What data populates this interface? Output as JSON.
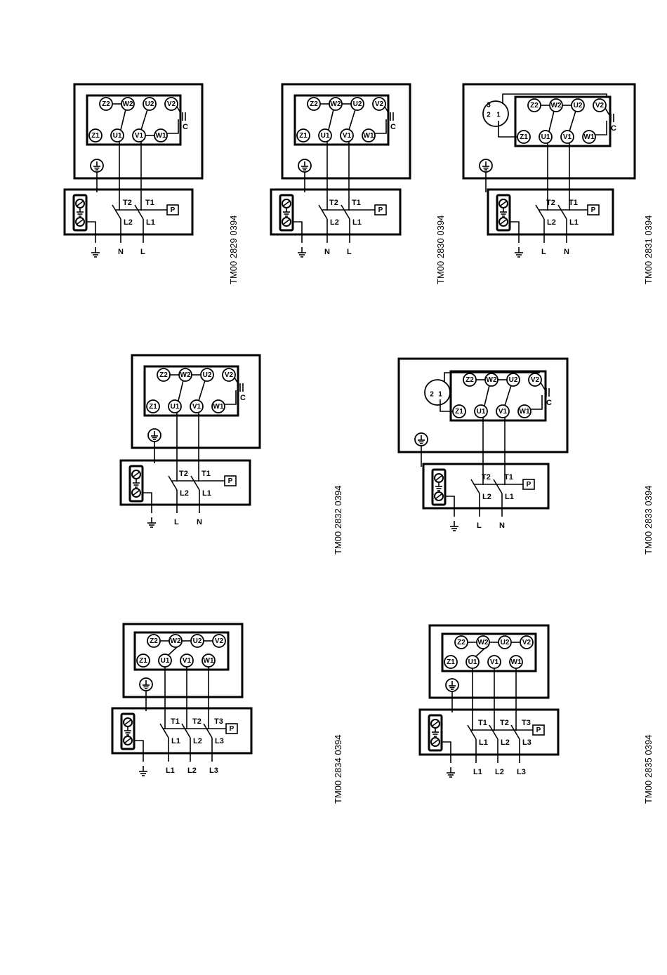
{
  "diagrams": [
    {
      "code": "TM00 2829 0394",
      "terminals_top": [
        "Z2",
        "W2",
        "U2",
        "V2"
      ],
      "terminals_bottom": [
        "Z1",
        "U1",
        "V1",
        "W1"
      ],
      "capacitor": "C",
      "contacts": [
        "T2",
        "T1"
      ],
      "line_contacts": [
        "L2",
        "L1"
      ],
      "protector": "P",
      "supply": [
        "N",
        "L"
      ]
    },
    {
      "code": "TM00 2830 0394",
      "terminals_top": [
        "Z2",
        "W2",
        "U2",
        "V2"
      ],
      "terminals_bottom": [
        "Z1",
        "U1",
        "V1",
        "W1"
      ],
      "capacitor": "C",
      "contacts": [
        "T2",
        "T1"
      ],
      "line_contacts": [
        "L2",
        "L1"
      ],
      "protector": "P",
      "supply": [
        "N",
        "L"
      ]
    },
    {
      "code": "TM00 2831 0394",
      "terminals_top": [
        "Z2",
        "W2",
        "U2",
        "V2"
      ],
      "terminals_bottom": [
        "Z1",
        "U1",
        "V1",
        "W1"
      ],
      "starter_labels": [
        "3",
        "2",
        "1"
      ],
      "capacitor": "C",
      "contacts": [
        "T2",
        "T1"
      ],
      "line_contacts": [
        "L2",
        "L1"
      ],
      "protector": "P",
      "supply": [
        "L",
        "N"
      ]
    },
    {
      "code": "TM00 2832 0394",
      "terminals_top": [
        "Z2",
        "W2",
        "U2",
        "V2"
      ],
      "terminals_bottom": [
        "Z1",
        "U1",
        "V1",
        "W1"
      ],
      "capacitor": "C",
      "contacts": [
        "T2",
        "T1"
      ],
      "line_contacts": [
        "L2",
        "L1"
      ],
      "protector": "P",
      "supply": [
        "L",
        "N"
      ]
    },
    {
      "code": "TM00 2833 0394",
      "terminals_top": [
        "Z2",
        "W2",
        "U2",
        "V2"
      ],
      "terminals_bottom": [
        "Z1",
        "U1",
        "V1",
        "W1"
      ],
      "starter_labels": [
        "2",
        "1"
      ],
      "capacitor": "C",
      "contacts": [
        "T2",
        "T1"
      ],
      "line_contacts": [
        "L2",
        "L1"
      ],
      "protector": "P",
      "supply": [
        "L",
        "N"
      ]
    },
    {
      "code": "TM00 2834 0394",
      "terminals_top": [
        "Z2",
        "W2",
        "U2",
        "V2"
      ],
      "terminals_bottom": [
        "Z1",
        "U1",
        "V1",
        "W1"
      ],
      "contacts": [
        "T1",
        "T2",
        "T3"
      ],
      "line_contacts": [
        "L1",
        "L2",
        "L3"
      ],
      "protector": "P",
      "supply": [
        "L1",
        "L2",
        "L3"
      ]
    },
    {
      "code": "TM00 2835 0394",
      "terminals_top": [
        "Z2",
        "W2",
        "U2",
        "V2"
      ],
      "terminals_bottom": [
        "Z1",
        "U1",
        "V1",
        "W1"
      ],
      "contacts": [
        "T1",
        "T2",
        "T3"
      ],
      "line_contacts": [
        "L1",
        "L2",
        "L3"
      ],
      "protector": "P",
      "supply": [
        "L1",
        "L2",
        "L3"
      ]
    }
  ]
}
